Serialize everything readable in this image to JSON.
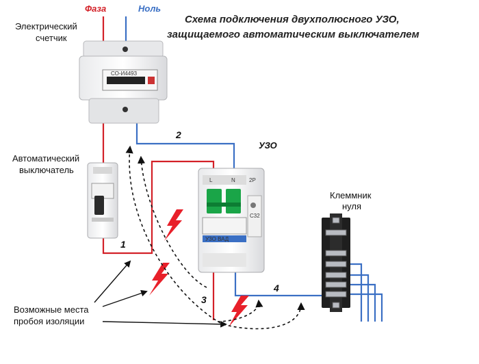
{
  "title": {
    "line1": "Схема подключения двухполюсного УЗО,",
    "line2": "защищаемого автоматическим выключателем"
  },
  "wires": {
    "phase_label": "Фаза",
    "neutral_label": "Ноль"
  },
  "labels": {
    "meter_line1": "Электрический",
    "meter_line2": "счетчик",
    "breaker_line1": "Автоматический",
    "breaker_line2": "выключатель",
    "rcd": "УЗО",
    "terminal_line1": "Клеммник",
    "terminal_line2": "нуля",
    "faults_line1": "Возможные места",
    "faults_line2": "пробоя изоляции"
  },
  "wire_numbers": [
    "1",
    "2",
    "3",
    "4"
  ],
  "device_marks": {
    "rcd_brand": "УЗО ВАД",
    "rcd_rating": "C32",
    "rcd_terminals": [
      "L",
      "N",
      "2P"
    ]
  },
  "colors": {
    "phase": "#d32027",
    "neutral": "#3a6fc4",
    "lightning": "#e8202a",
    "arrow": "#111111"
  }
}
